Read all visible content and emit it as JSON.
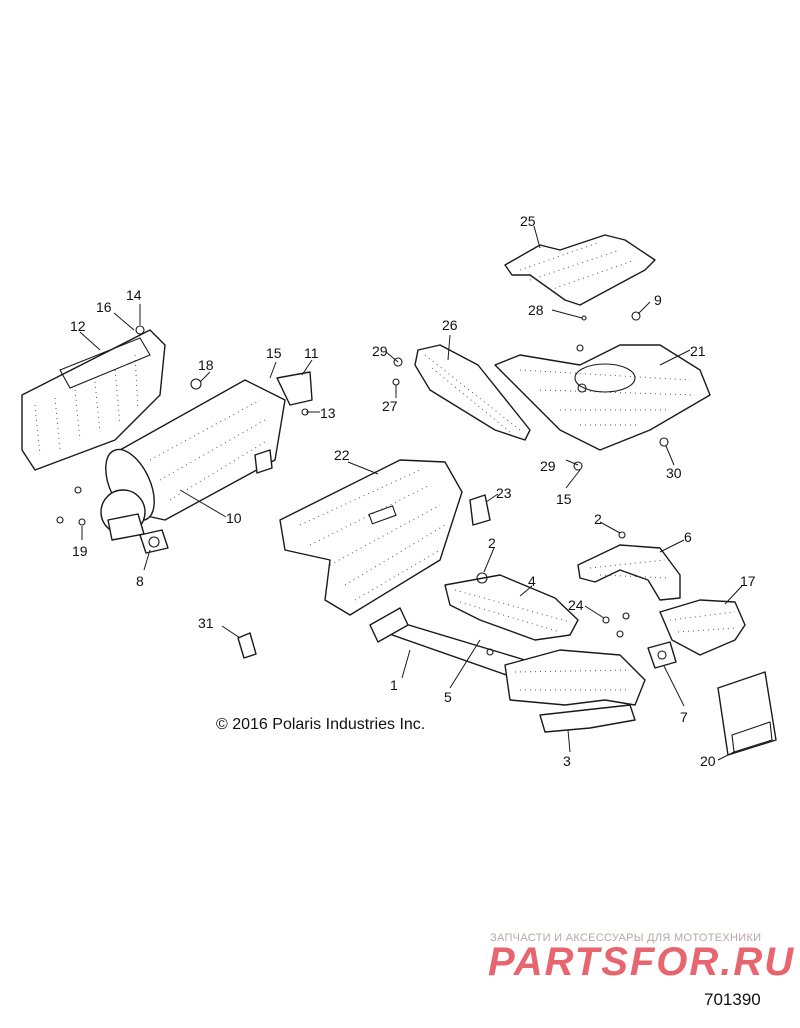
{
  "callouts": [
    "1",
    "2",
    "2",
    "3",
    "4",
    "5",
    "6",
    "7",
    "8",
    "9",
    "10",
    "11",
    "12",
    "13",
    "14",
    "15",
    "15",
    "16",
    "17",
    "18",
    "19",
    "20",
    "21",
    "22",
    "23",
    "24",
    "25",
    "26",
    "27",
    "28",
    "29",
    "29",
    "30",
    "31"
  ],
  "copyright": "© 2016 Polaris Industries Inc.",
  "watermark": {
    "tagline": "ЗАПЧАСТИ И АКСЕССУАРЫ ДЛЯ МОТОТЕХНИКИ",
    "brand": "PARTSFOR.RU"
  },
  "diagram_id": "701390"
}
